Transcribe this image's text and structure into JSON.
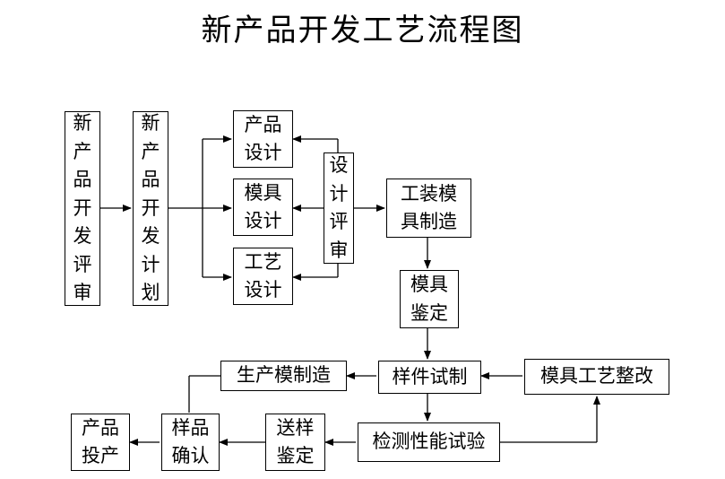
{
  "title": "新产品开发工艺流程图",
  "nodes": {
    "review": "新产品开发评审",
    "plan": "新产品开发计划",
    "product_design": "产品设计",
    "mold_design": "模具设计",
    "process_design": "工艺设计",
    "design_review": "设计评审",
    "tooling": "工装模具制造",
    "mold_appraisal": "模具鉴定",
    "sample_trial": "样件试制",
    "mass_mold": "生产模制造",
    "rectify": "模具工艺整改",
    "inspection": "检测性能试验",
    "send_appraisal": "送样鉴定",
    "sample_confirm": "样品确认",
    "production": "产品投产"
  }
}
